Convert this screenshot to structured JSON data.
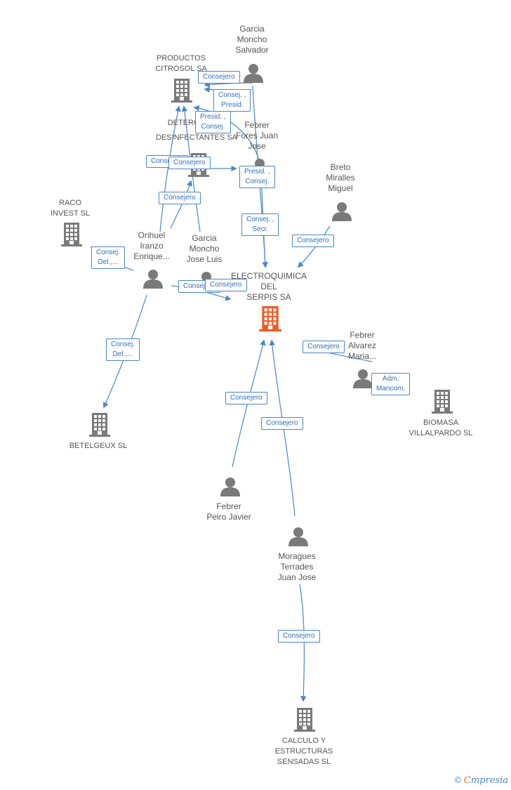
{
  "colors": {
    "edge": "#4a86c8",
    "person": "#7a7a7a",
    "company": "#7a7a7a",
    "focus_company": "#f05a24"
  },
  "nodes": {
    "productos": {
      "label": [
        "PRODUCTOS",
        "CITROSOL SA"
      ]
    },
    "garcia_salvador": {
      "label": [
        "Garcia",
        "Moncho",
        "Salvador"
      ]
    },
    "detergentes": {
      "label": [
        "DETERGENTES",
        "DESINFECTANTES SA"
      ]
    },
    "febrer_jose": {
      "label": [
        "Febrer",
        "Fores Juan",
        "Jose"
      ]
    },
    "breto": {
      "label": [
        "Breto",
        "Miralles",
        "Miguel"
      ]
    },
    "raco": {
      "label": [
        "RACO",
        "INVEST SL"
      ]
    },
    "orihuel": {
      "label": [
        "Orihuel",
        "Iranzo",
        "Enrique..."
      ]
    },
    "garcia_jose_luis": {
      "label": [
        "Garcia",
        "Moncho",
        "Jose Luis"
      ]
    },
    "electroquimica": {
      "label": [
        "ELECTROQUIMICA",
        "DEL",
        "SERPIS SA"
      ]
    },
    "febrer_maria": {
      "label": [
        "Febrer",
        "Alvarez",
        "Maria..."
      ]
    },
    "biomasa": {
      "label": [
        "BIOMASA",
        "VILLALPARDO SL"
      ]
    },
    "betelgeux": {
      "label": [
        "BETELGEUX SL"
      ]
    },
    "febrer_javier": {
      "label": [
        "Febrer",
        "Peiro Javier"
      ]
    },
    "moragues": {
      "label": [
        "Moragues",
        "Terrades",
        "Juan Jose"
      ]
    },
    "calculo": {
      "label": [
        "CALCULO Y",
        "ESTRUCTURAS",
        "SENSADAS SL"
      ]
    }
  },
  "edge_labels": [
    [
      "Consejero"
    ],
    [
      "Consej. ,",
      "Presid."
    ],
    [
      "Presid. ,",
      "Consej."
    ],
    [
      "Consejero"
    ],
    [
      "Consejero"
    ],
    [
      "Presid. ,",
      "Consej."
    ],
    [
      "Consejero"
    ],
    [
      "Consej. ,",
      "Secr."
    ],
    [
      "Consejero"
    ],
    [
      "Consej.",
      "Del.,..."
    ],
    [
      "Consejero"
    ],
    [
      "Consejero"
    ],
    [
      "Consejero"
    ],
    [
      "Adm.",
      "Mancom."
    ],
    [
      "Consej.",
      "Del.,..."
    ],
    [
      "Consejero"
    ],
    [
      "Consejero"
    ],
    [
      "Consejero"
    ]
  ],
  "footer": {
    "copyright": "©",
    "brand_first": "C",
    "brand_rest": "mpresia"
  }
}
